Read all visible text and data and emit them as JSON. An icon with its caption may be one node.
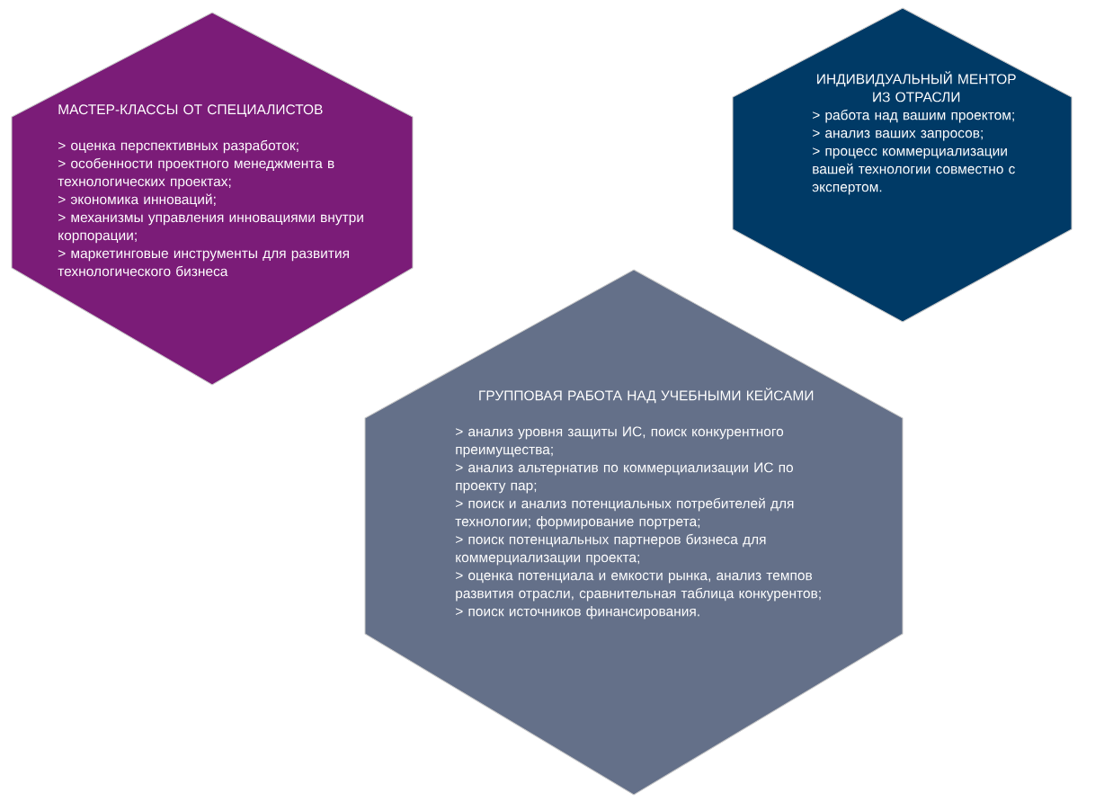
{
  "diagram": {
    "nodes": [
      {
        "text": [
          "МАСТЕР-КЛАССЫ ОТ СПЕЦИАЛИСТОВ",
          "> оценка перспективных разработок;",
          "> особенности проектного менеджмента в технологических проектах;",
          "> экономика инноваций;",
          "> механизмы управления инновациями внутри корпорации;",
          "> маркетинговые инструменты для развития технологического бизнеса"
        ]
      },
      {
        "text": [
          "ИНДИВИДУАЛЬНЫЙ МЕНТОР ИЗ ОТРАСЛИ",
          ">  работа над вашим проектом;",
          "> анализ ваших запросов;",
          "> процесс коммерциализации вашей технологии совместно с экспертом."
        ]
      },
      {
        "text": [
          "ГРУППОВАЯ РАБОТА НАД УЧЕБНЫМИ КЕЙСАМИ",
          "> анализ уровня защиты ИС, поиск конкурентного преимущества;",
          "> анализ альтернатив по коммерциализации ИС по проекту пар;",
          "> поиск и анализ потенциальных потребителей для технологии; формирование портрета;",
          "> поиск потенциальных партнеров бизнеса для коммерциализации проекта;",
          "> оценка потенциала и емкости рынка, анализ темпов развития отрасли, сравнительная таблица конкурентов;",
          ">  поиск источников финансирования."
        ]
      }
    ]
  }
}
